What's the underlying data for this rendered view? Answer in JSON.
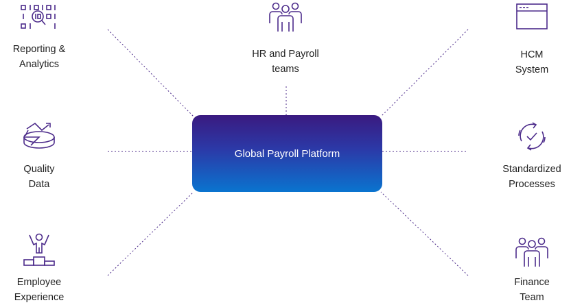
{
  "colors": {
    "icon": "#4b2a8a",
    "line": "#4b2a8a",
    "box_top": "#3a1a80",
    "box_bottom": "#0a74cf"
  },
  "center": {
    "label": "Global Payroll Platform"
  },
  "nodes": {
    "reporting": {
      "icon": "data-magnifier-icon",
      "line1": "Reporting &",
      "line2": "Analytics"
    },
    "hr_payroll": {
      "icon": "team-group-icon",
      "line1": "HR and Payroll",
      "line2": "teams"
    },
    "hcm": {
      "icon": "browser-window-icon",
      "line1": "HCM",
      "line2": "System"
    },
    "quality": {
      "icon": "data-disk-icon",
      "line1": "Quality",
      "line2": "Data"
    },
    "standardized": {
      "icon": "cycle-check-icon",
      "line1": "Standardized",
      "line2": "Processes"
    },
    "employee": {
      "icon": "podium-winner-icon",
      "line1": "Employee",
      "line2": "Experience"
    },
    "finance": {
      "icon": "team-group-icon",
      "line1": "Finance",
      "line2": "Team"
    }
  }
}
